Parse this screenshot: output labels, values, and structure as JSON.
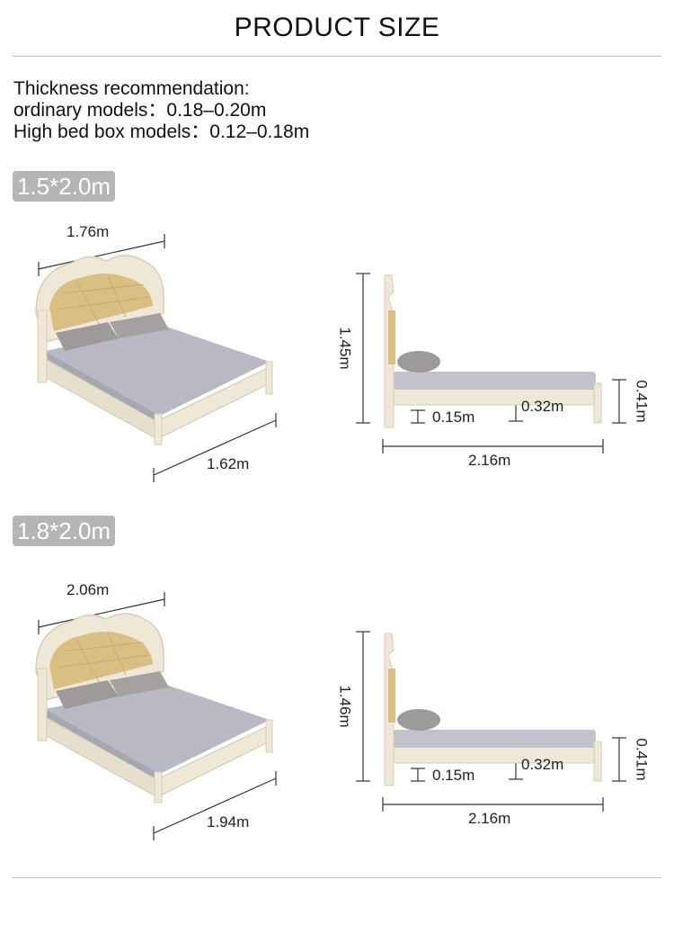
{
  "page": {
    "title": "PRODUCT SIZE"
  },
  "recommendation": {
    "heading": "Thickness recommendation:",
    "ordinary": "ordinary models：0.18–0.20m",
    "high_box": "High bed box models：0.12–0.18m"
  },
  "sizes": [
    {
      "label": "1.5*2.0m",
      "headboard_width": "1.76m",
      "bed_width": "1.62m",
      "height": "1.45m",
      "leg_height": "0.15m",
      "frame_depth": "0.32m",
      "side_height": "0.41m",
      "length": "2.16m"
    },
    {
      "label": "1.8*2.0m",
      "headboard_width": "2.06m",
      "bed_width": "1.94m",
      "height": "1.46m",
      "leg_height": "0.15m",
      "frame_depth": "0.32m",
      "side_height": "0.41m",
      "length": "2.16m"
    }
  ],
  "colors": {
    "badge": "#b5b5b5",
    "frame": "#efe8d6",
    "gold": "#d9bf82",
    "mattress": "#b9b9c4",
    "pillow": "#9e9a9a"
  }
}
